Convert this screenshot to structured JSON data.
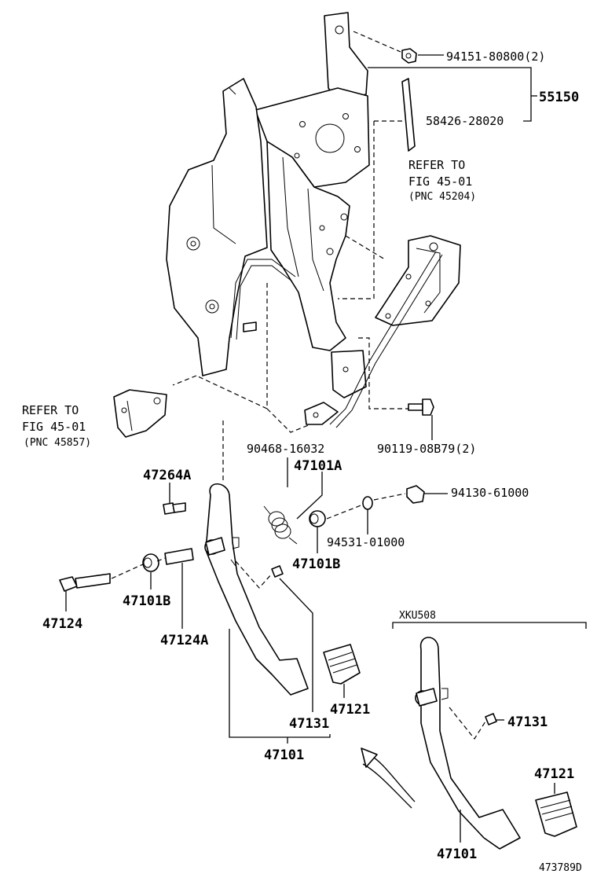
{
  "labels": {
    "p94151": "94151-80800(2)",
    "p55150": "55150",
    "p58426": "58426-28020",
    "refer_top_1": "REFER TO",
    "refer_top_2": "FIG 45-01",
    "refer_top_3": "(PNC 45204)",
    "refer_left_1": "REFER TO",
    "refer_left_2": "FIG 45-01",
    "refer_left_3": "(PNC 45857)",
    "p90468": "90468-16032",
    "p90119": "90119-08B79(2)",
    "p47264A": "47264A",
    "p47101A": "47101A",
    "p94130": "94130-61000",
    "p94531": "94531-01000",
    "p47101B_a": "47101B",
    "p47124": "47124",
    "p47101B_b": "47101B",
    "p47124A": "47124A",
    "variant": "XKU508",
    "p47131_a": "47131",
    "p47121_a": "47121",
    "p47131_b": "47131",
    "p47101_a": "47101",
    "p47121_b": "47121",
    "p47101_b": "47101",
    "figure_id": "473789D"
  }
}
